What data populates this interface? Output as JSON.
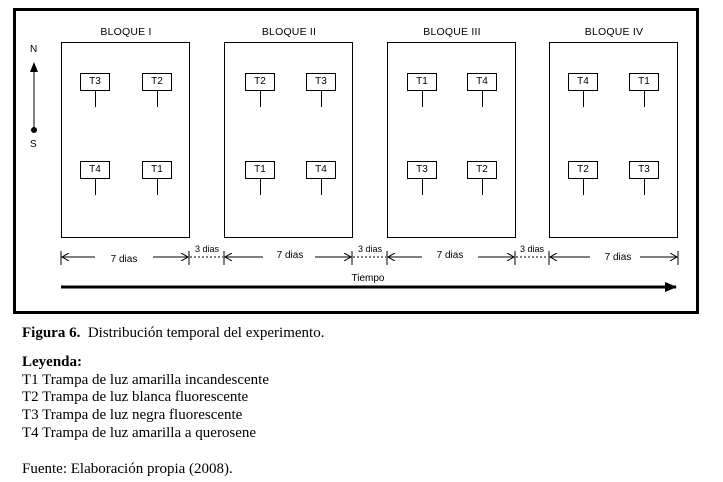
{
  "diagram": {
    "compass": {
      "north": "N",
      "south": "S"
    },
    "blocks": [
      {
        "title": "BLOQUE I",
        "top": [
          "T3",
          "T2"
        ],
        "bottom": [
          "T4",
          "T1"
        ]
      },
      {
        "title": "BLOQUE II",
        "top": [
          "T2",
          "T3"
        ],
        "bottom": [
          "T1",
          "T4"
        ]
      },
      {
        "title": "BLOQUE III",
        "top": [
          "T1",
          "T4"
        ],
        "bottom": [
          "T3",
          "T2"
        ]
      },
      {
        "title": "BLOQUE  IV",
        "top": [
          "T4",
          "T1"
        ],
        "bottom": [
          "T2",
          "T3"
        ]
      }
    ],
    "timeline": {
      "period_labels": [
        "7 dias",
        "7 dias",
        "7 dias",
        "7 dias"
      ],
      "gap_labels": [
        "3 dias",
        "3 dias",
        "3 dias"
      ],
      "axis_label": "Tiempo"
    }
  },
  "caption": {
    "label": "Figura 6.",
    "text": "Distribución temporal del experimento."
  },
  "legend": {
    "title": "Leyenda:",
    "items": [
      "T1 Trampa de luz amarilla incandescente",
      "T2 Trampa de luz blanca fluorescente",
      "T3 Trampa de luz negra fluorescente",
      "T4 Trampa de luz amarilla a querosene"
    ]
  },
  "source": "Fuente: Elaboración propia (2008)."
}
